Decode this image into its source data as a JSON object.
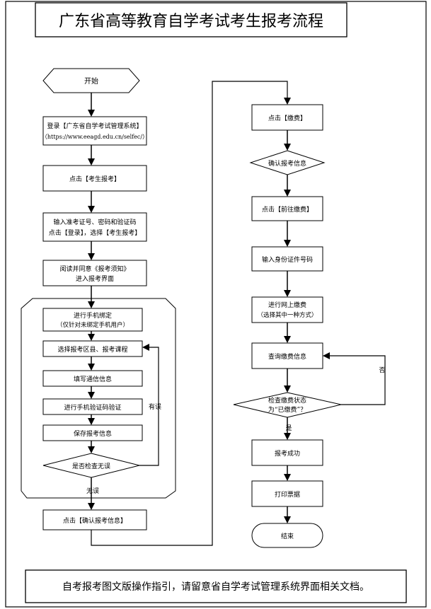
{
  "title": "广东省高等教育自学考试考生报考流程",
  "footer": "自考报考图文版操作指引，请留意省自学考试管理系统界面相关文档。",
  "left": {
    "start": "开始",
    "login_line1": "登录【广东省自学考试管理系统】",
    "login_line2": "（https://www.eeagd.edu.cn/selfec/）",
    "click_register": "点击【考生报考】",
    "input_line1": "输入准考证号、密码和验证码",
    "input_line2": "点击【登录】，选择【考生报考】",
    "read_line1": "阅读并同意《报考须知》",
    "read_line2": "进入报考界面",
    "bind_line1": "进行手机绑定",
    "bind_line2": "（仅针对未绑定手机用户）",
    "select_course": "选择报考区县、报考课程",
    "fill_info": "填写通信信息",
    "sms_verify": "进行手机验证码验证",
    "save_info": "保存报考信息",
    "check_error": "是否检查无误",
    "has_error": "有误",
    "no_error": "无误",
    "confirm": "点击【确认报考信息】"
  },
  "right": {
    "click_pay": "点击【缴费】",
    "confirm_info": "确认报考信息",
    "goto_pay": "点击【前往缴费】",
    "input_id": "输入身份证件号码",
    "online_line1": "进行网上缴费",
    "online_line2": "（选择其中一种方式）",
    "query_pay": "查询缴费信息",
    "check_line1": "检查缴费状态",
    "check_line2": "为“已缴费”？",
    "no": "否",
    "yes": "是",
    "success": "报考成功",
    "print": "打印票据",
    "end": "结束"
  }
}
